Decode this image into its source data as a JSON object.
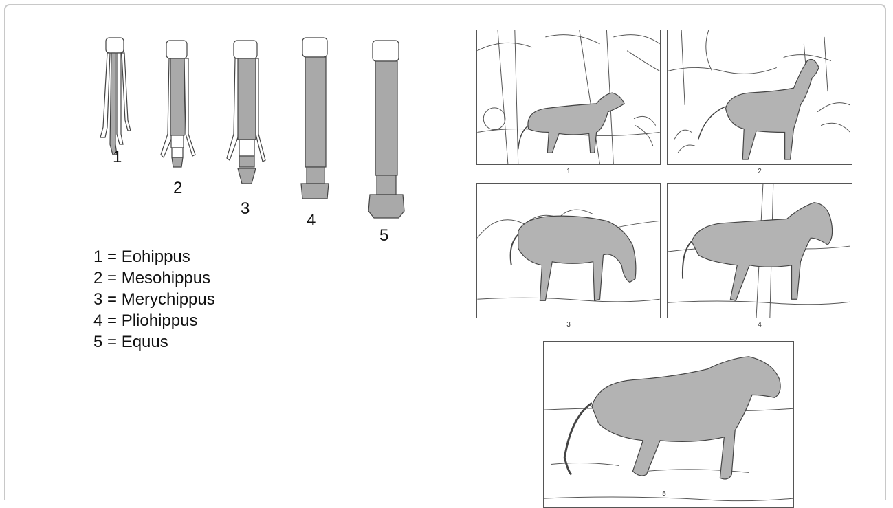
{
  "bone_labels": [
    "1",
    "2",
    "3",
    "4",
    "5"
  ],
  "legend": [
    "1 = Eohippus",
    "2 = Mesohippus",
    "3 = Merychippus",
    "4 = Pliohippus",
    "5 = Equus"
  ],
  "panel_captions": [
    "1",
    "2",
    "3",
    "4",
    "5"
  ],
  "colors": {
    "bone_fill": "#a9a9a9",
    "horse_fill": "#b3b3b3",
    "line": "#444444",
    "frame": "#c8c8c8"
  }
}
